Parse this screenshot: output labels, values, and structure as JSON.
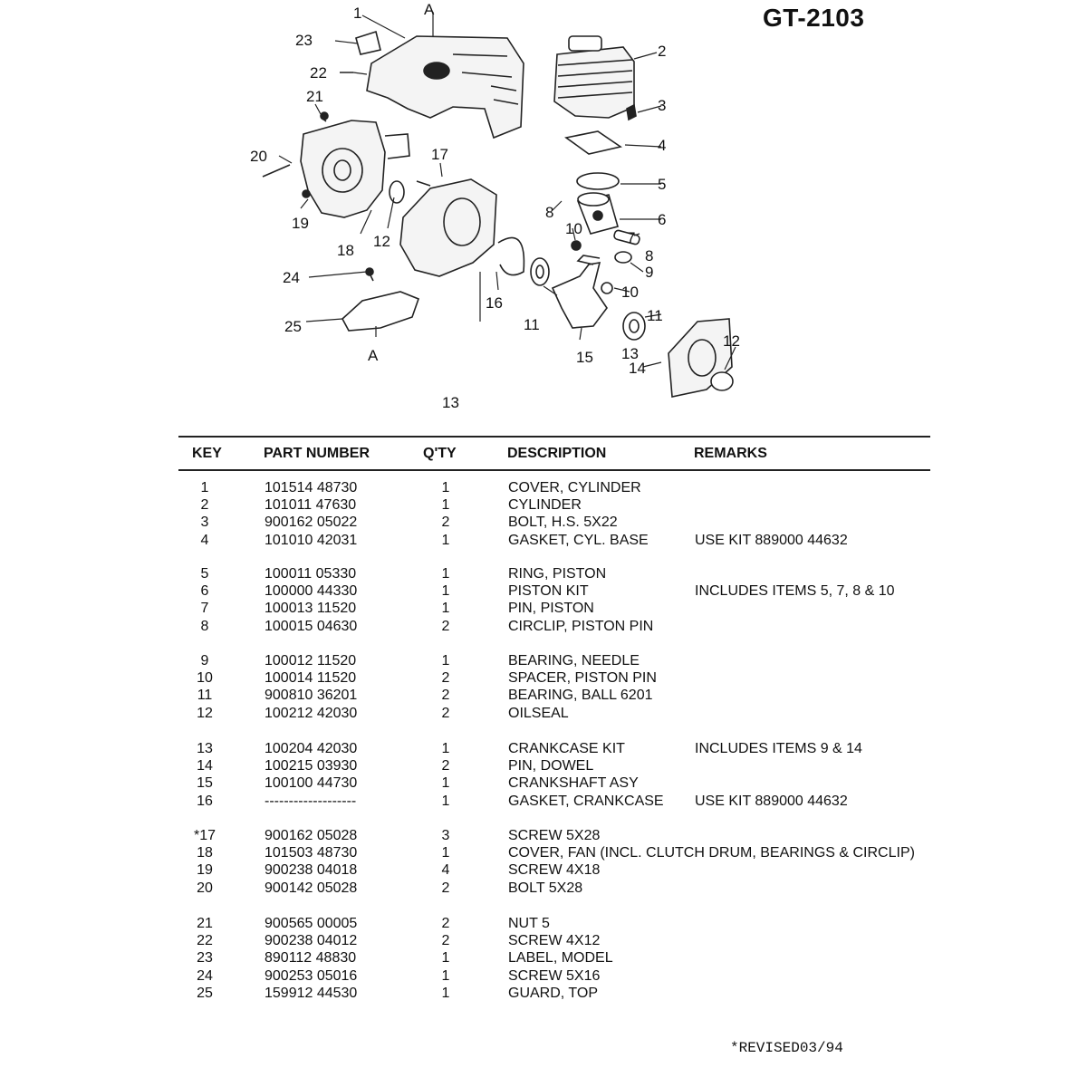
{
  "doc_title": "GT-2103",
  "diagram": {
    "callouts": [
      "1",
      "2",
      "3",
      "4",
      "5",
      "6",
      "7",
      "8",
      "8",
      "9",
      "10",
      "10",
      "11",
      "11",
      "12",
      "12",
      "13",
      "13",
      "14",
      "15",
      "16",
      "17",
      "18",
      "19",
      "20",
      "21",
      "22",
      "23",
      "24",
      "25",
      "A",
      "A"
    ]
  },
  "table": {
    "headers": {
      "key": "KEY",
      "part_number": "PART NUMBER",
      "qty": "Q'TY",
      "description": "DESCRIPTION",
      "remarks": "REMARKS"
    },
    "groups": [
      [
        {
          "key": "1",
          "pn": "101514 48730",
          "qty": "1",
          "desc": "COVER, CYLINDER",
          "rem": ""
        },
        {
          "key": "2",
          "pn": "101011 47630",
          "qty": "1",
          "desc": "CYLINDER",
          "rem": ""
        },
        {
          "key": "3",
          "pn": "900162 05022",
          "qty": "2",
          "desc": "BOLT, H.S. 5X22",
          "rem": ""
        },
        {
          "key": "4",
          "pn": "101010 42031",
          "qty": "1",
          "desc": "GASKET, CYL. BASE",
          "rem": "USE KIT 889000 44632"
        }
      ],
      [
        {
          "key": "5",
          "pn": "100011 05330",
          "qty": "1",
          "desc": "RING, PISTON",
          "rem": ""
        },
        {
          "key": "6",
          "pn": "100000 44330",
          "qty": "1",
          "desc": "PISTON KIT",
          "rem": "INCLUDES ITEMS 5, 7, 8 & 10"
        },
        {
          "key": "7",
          "pn": "100013 11520",
          "qty": "1",
          "desc": "PIN, PISTON",
          "rem": ""
        },
        {
          "key": "8",
          "pn": "100015 04630",
          "qty": "2",
          "desc": "CIRCLIP, PISTON PIN",
          "rem": ""
        }
      ],
      [
        {
          "key": "9",
          "pn": "100012 11520",
          "qty": "1",
          "desc": "BEARING, NEEDLE",
          "rem": ""
        },
        {
          "key": "10",
          "pn": "100014 11520",
          "qty": "2",
          "desc": "SPACER, PISTON PIN",
          "rem": ""
        },
        {
          "key": "11",
          "pn": "900810 36201",
          "qty": "2",
          "desc": "BEARING, BALL 6201",
          "rem": ""
        },
        {
          "key": "12",
          "pn": "100212 42030",
          "qty": "2",
          "desc": "OILSEAL",
          "rem": ""
        }
      ],
      [
        {
          "key": "13",
          "pn": "100204 42030",
          "qty": "1",
          "desc": "CRANKCASE KIT",
          "rem": "INCLUDES  ITEMS 9 & 14"
        },
        {
          "key": "14",
          "pn": "100215 03930",
          "qty": "2",
          "desc": "PIN, DOWEL",
          "rem": ""
        },
        {
          "key": "15",
          "pn": "100100 44730",
          "qty": "1",
          "desc": "CRANKSHAFT ASY",
          "rem": ""
        },
        {
          "key": "16",
          "pn": "-------------------",
          "qty": "1",
          "desc": "GASKET, CRANKCASE",
          "rem": "USE KIT 889000 44632"
        }
      ],
      [
        {
          "key": "*17",
          "pn": "900162  05028",
          "qty": "3",
          "desc": "SCREW 5X28",
          "rem": ""
        },
        {
          "key": "18",
          "pn": "101503 48730",
          "qty": "1",
          "desc": "COVER, FAN (INCL. CLUTCH DRUM, BEARINGS & CIRCLIP)",
          "rem": ""
        },
        {
          "key": "19",
          "pn": "900238 04018",
          "qty": "4",
          "desc": "SCREW 4X18",
          "rem": ""
        },
        {
          "key": "20",
          "pn": "900142 05028",
          "qty": "2",
          "desc": "BOLT 5X28",
          "rem": ""
        }
      ],
      [
        {
          "key": "21",
          "pn": "900565 00005",
          "qty": "2",
          "desc": "NUT  5",
          "rem": ""
        },
        {
          "key": "22",
          "pn": "900238 04012",
          "qty": "2",
          "desc": "SCREW 4X12",
          "rem": ""
        },
        {
          "key": "23",
          "pn": "890112 48830",
          "qty": "1",
          "desc": "LABEL, MODEL",
          "rem": ""
        },
        {
          "key": "24",
          "pn": "900253 05016",
          "qty": "1",
          "desc": "SCREW 5X16",
          "rem": ""
        },
        {
          "key": "25",
          "pn": "159912 44530",
          "qty": "1",
          "desc": "GUARD, TOP",
          "rem": ""
        }
      ]
    ]
  },
  "footer": {
    "revised": "*REVISED03/94"
  }
}
